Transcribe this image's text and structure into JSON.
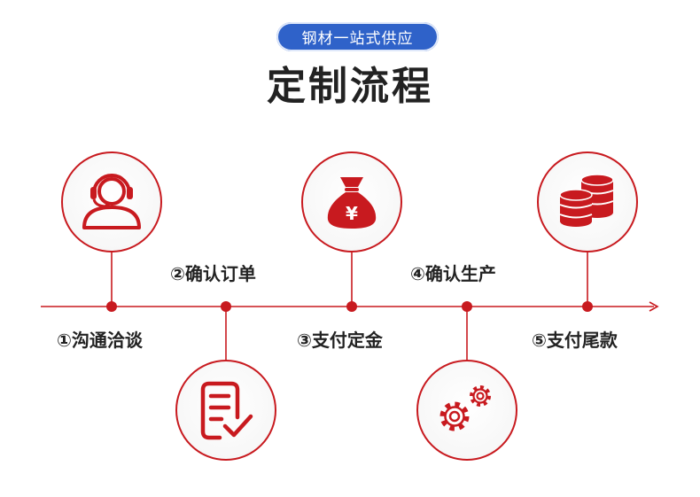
{
  "header": {
    "tag": "钢材一站式供应",
    "title": "定制流程"
  },
  "colors": {
    "accent": "#c81a1f",
    "tag_bg": "#2f62c9",
    "text": "#222222"
  },
  "steps": [
    {
      "label": "①沟通洽谈",
      "icon": "customer-service-headset-icon"
    },
    {
      "label": "②确认订单",
      "icon": "order-document-check-icon"
    },
    {
      "label": "③支付定金",
      "icon": "money-bag-yuan-icon"
    },
    {
      "label": "④确认生产",
      "icon": "gears-icon"
    },
    {
      "label": "⑤支付尾款",
      "icon": "coin-stack-icon"
    }
  ]
}
